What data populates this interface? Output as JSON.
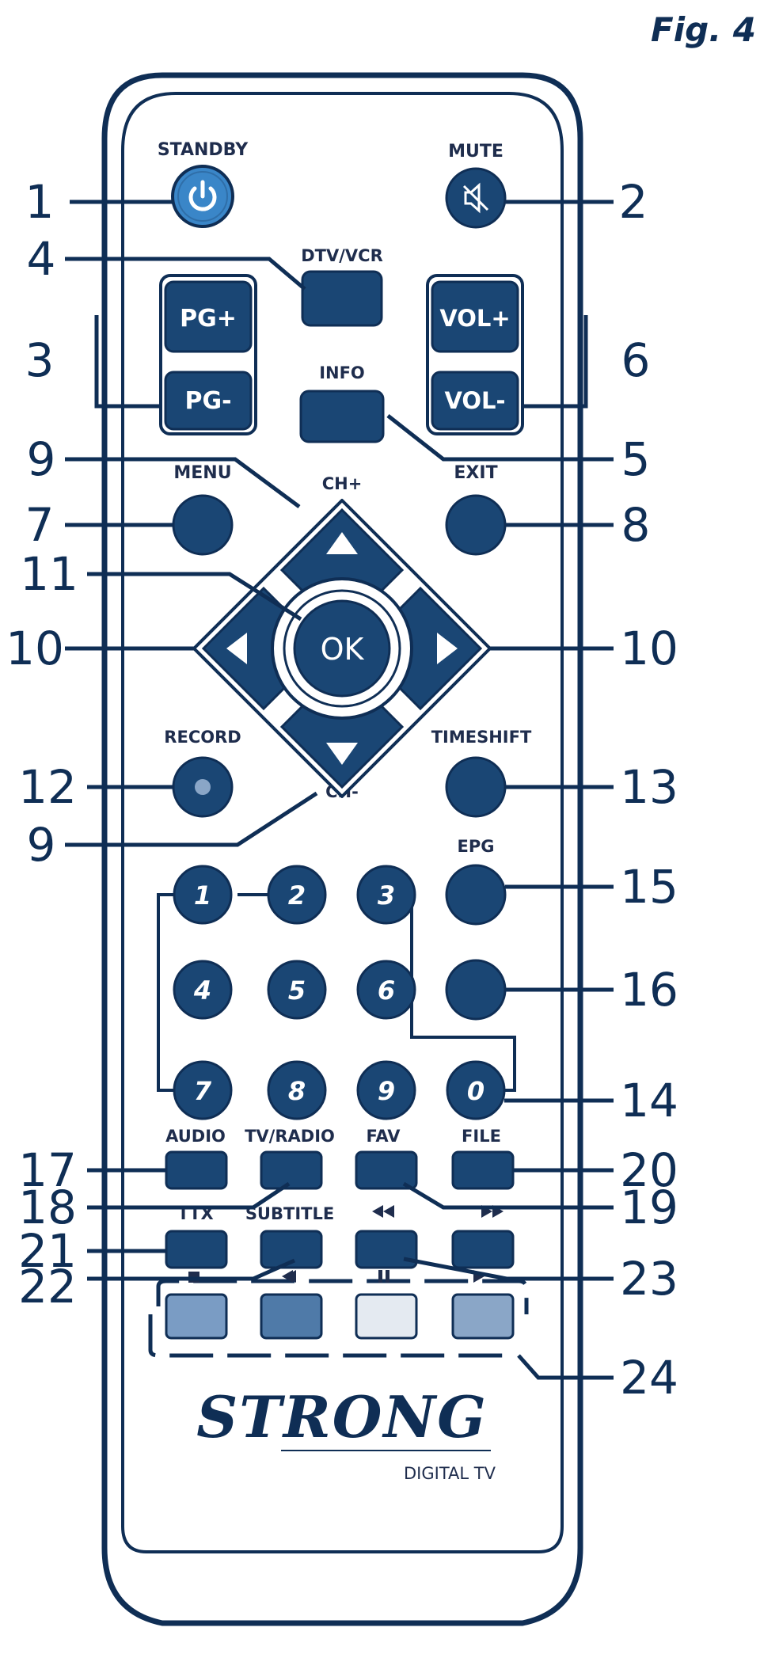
{
  "figure_label": "Fig. 4",
  "labels": {
    "standby": "STANDBY",
    "mute": "MUTE",
    "dtv_vcr": "DTV/VCR",
    "info": "INFO",
    "ch_up": "CH+",
    "ch_down": "CH-",
    "menu": "MENU",
    "exit": "EXIT",
    "record": "RECORD",
    "timeshift": "TIMESHIFT",
    "epg": "EPG",
    "audio": "AUDIO",
    "tv_radio": "TV/RADIO",
    "fav": "FAV",
    "file": "FILE",
    "ttx": "TTX",
    "subtitle": "SUBTITLE"
  },
  "buttons": {
    "pg_up": "PG+",
    "pg_down": "PG-",
    "vol_up": "VOL+",
    "vol_down": "VOL-",
    "ok": "OK"
  },
  "digits": [
    "1",
    "2",
    "3",
    "4",
    "5",
    "6",
    "7",
    "8",
    "9",
    "0"
  ],
  "callouts": {
    "n1": "1",
    "n2": "2",
    "n3": "3",
    "n4": "4",
    "n5": "5",
    "n6": "6",
    "n7": "7",
    "n8": "8",
    "n9a": "9",
    "n9b": "9",
    "n10a": "10",
    "n10b": "10",
    "n11": "11",
    "n12": "12",
    "n13": "13",
    "n14": "14",
    "n15": "15",
    "n16": "16",
    "n17": "17",
    "n18": "18",
    "n19": "19",
    "n20": "20",
    "n21": "21",
    "n22": "22",
    "n23": "23",
    "n24": "24"
  },
  "brand": {
    "name": "STRONG",
    "sub": "DIGITAL TV"
  },
  "colors": {
    "button": "#1a4674",
    "outline": "#0f2e55",
    "standby": "#3a86c8",
    "color_keys": [
      "#7a9cc4",
      "#4f7aa8",
      "#e4eaf1",
      "#8aa6c7"
    ]
  }
}
